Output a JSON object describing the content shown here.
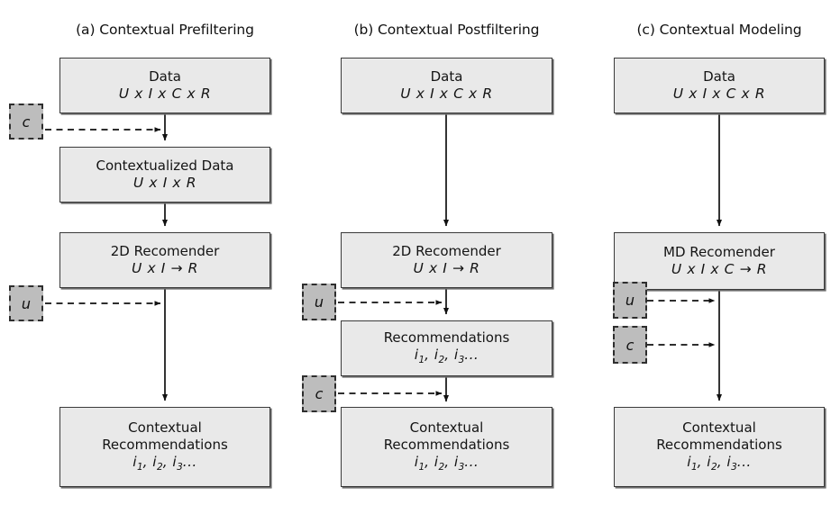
{
  "figure": {
    "type": "diagram",
    "description": "Three paradigms for incorporating context into recommender systems"
  },
  "panels": [
    {
      "id": "a",
      "title": "(a) Contextual Prefiltering",
      "nodes": [
        {
          "name": "data",
          "label": "Data",
          "formula": "U x I x C x R"
        },
        {
          "name": "contextualized-data",
          "label": "Contextualized Data",
          "formula": "U x I x R"
        },
        {
          "name": "recommender-2d",
          "label": "2D Recomender",
          "formula": "U x I → R"
        },
        {
          "name": "contextual-recommendations",
          "label_line1": "Contextual",
          "label_line2": "Recommendations",
          "items": "i1, i2, i3..."
        }
      ],
      "context_inputs": [
        {
          "name": "context-c",
          "label": "c"
        },
        {
          "name": "user-u",
          "label": "u"
        }
      ]
    },
    {
      "id": "b",
      "title": "(b) Contextual Postfiltering",
      "nodes": [
        {
          "name": "data",
          "label": "Data",
          "formula": "U x I x C x R"
        },
        {
          "name": "recommender-2d",
          "label": "2D Recomender",
          "formula": "U x I → R"
        },
        {
          "name": "recommendations",
          "label": "Recommendations",
          "items": "i1, i2, i3..."
        },
        {
          "name": "contextual-recommendations",
          "label_line1": "Contextual",
          "label_line2": "Recommendations",
          "items": "i1, i2, i3..."
        }
      ],
      "context_inputs": [
        {
          "name": "user-u",
          "label": "u"
        },
        {
          "name": "context-c",
          "label": "c"
        }
      ]
    },
    {
      "id": "c",
      "title": "(c) Contextual Modeling",
      "nodes": [
        {
          "name": "data",
          "label": "Data",
          "formula": "U x I x C x R"
        },
        {
          "name": "recommender-md",
          "label": "MD Recomender",
          "formula": "U x I x C → R"
        },
        {
          "name": "contextual-recommendations",
          "label_line1": "Contextual",
          "label_line2": "Recommendations",
          "items": "i1, i2, i3..."
        }
      ],
      "context_inputs": [
        {
          "name": "user-u",
          "label": "u"
        },
        {
          "name": "context-c",
          "label": "c"
        }
      ]
    }
  ],
  "colors": {
    "node_fill": "#e9e9e9",
    "node_border": "#3a3a3a",
    "context_fill": "#bdbdbd",
    "context_border": "#2e2e2e",
    "arrow": "#111111",
    "background": "#ffffff"
  }
}
